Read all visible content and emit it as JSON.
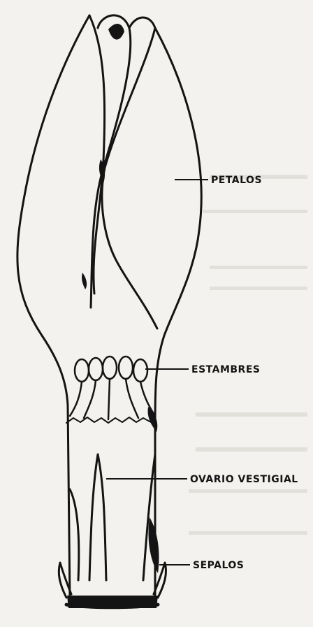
{
  "diagram": {
    "labels": {
      "petals": "PETALOS",
      "stamens": "ESTAMBRES",
      "ovary": "OVARIO VESTIGIAL",
      "sepals": "SEPALOS"
    }
  },
  "colors": {
    "ink": "#141414",
    "paper": "#f3f2ee",
    "bleed_through": "#c9c7c0"
  }
}
